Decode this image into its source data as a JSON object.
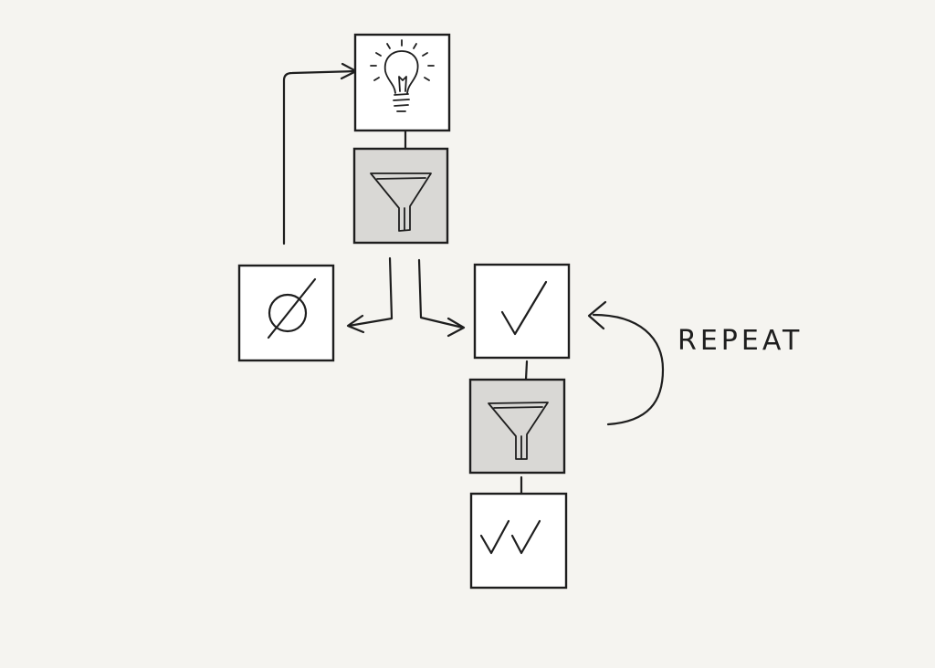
{
  "diagram": {
    "nodes": [
      {
        "id": "idea",
        "icon": "lightbulb-icon",
        "style": "light"
      },
      {
        "id": "filter-1",
        "icon": "funnel-icon",
        "style": "shaded"
      },
      {
        "id": "rejected",
        "icon": "empty-set-icon",
        "style": "light"
      },
      {
        "id": "accepted",
        "icon": "check-icon",
        "style": "light"
      },
      {
        "id": "filter-2",
        "icon": "funnel-icon",
        "style": "shaded"
      },
      {
        "id": "final",
        "icon": "double-check-icon",
        "style": "light"
      }
    ],
    "edges": [
      {
        "from": "idea",
        "to": "filter-1"
      },
      {
        "from": "filter-1",
        "to": "rejected"
      },
      {
        "from": "filter-1",
        "to": "accepted"
      },
      {
        "from": "rejected",
        "to": "idea"
      },
      {
        "from": "accepted",
        "to": "filter-2"
      },
      {
        "from": "filter-2",
        "to": "accepted",
        "label": "REPEAT"
      },
      {
        "from": "filter-2",
        "to": "final"
      }
    ],
    "repeat_label": "REPEAT",
    "colors": {
      "background": "#f5f4f0",
      "ink": "#1e1e1e",
      "box_light": "#ffffff",
      "box_shaded": "#d9d8d5"
    }
  }
}
